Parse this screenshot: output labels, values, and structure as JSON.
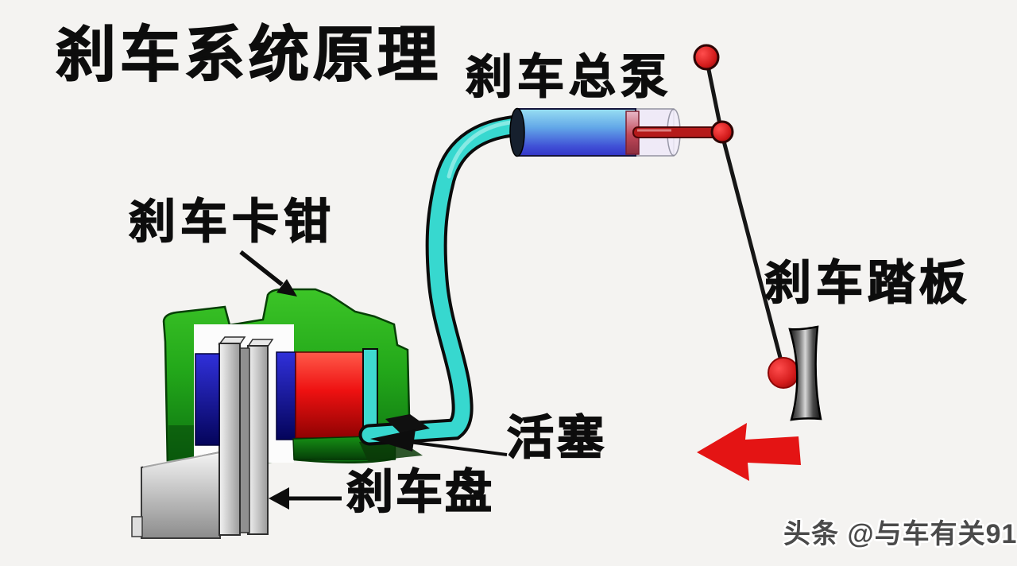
{
  "title": "刹车系统原理",
  "labels": {
    "master_cylinder": "刹车总泵",
    "caliper": "刹车卡钳",
    "pedal": "刹车踏板",
    "piston": "活塞",
    "disc": "刹车盘"
  },
  "watermark": "头条 @与车有关91",
  "colors": {
    "background": "#f4f3f1",
    "text_black": "#0d0d0d",
    "caliper_green": "#26ad1c",
    "caliper_green_dark": "#0a6f10",
    "pad_blue": "#1b1bc0",
    "piston_red": "#e01010",
    "fluid_cyan": "#38d6cd",
    "cylinder_blue_top": "#98dff2",
    "cylinder_blue_bottom": "#3a3fd0",
    "linkage_red": "#b51a1a",
    "joint_red": "#cf1f1f",
    "arrow_red": "#e41414",
    "disc_gray": "#c6c6c6",
    "pedal_dark": "#1a1a1a",
    "watermark_gray": "#4a4a4a"
  }
}
